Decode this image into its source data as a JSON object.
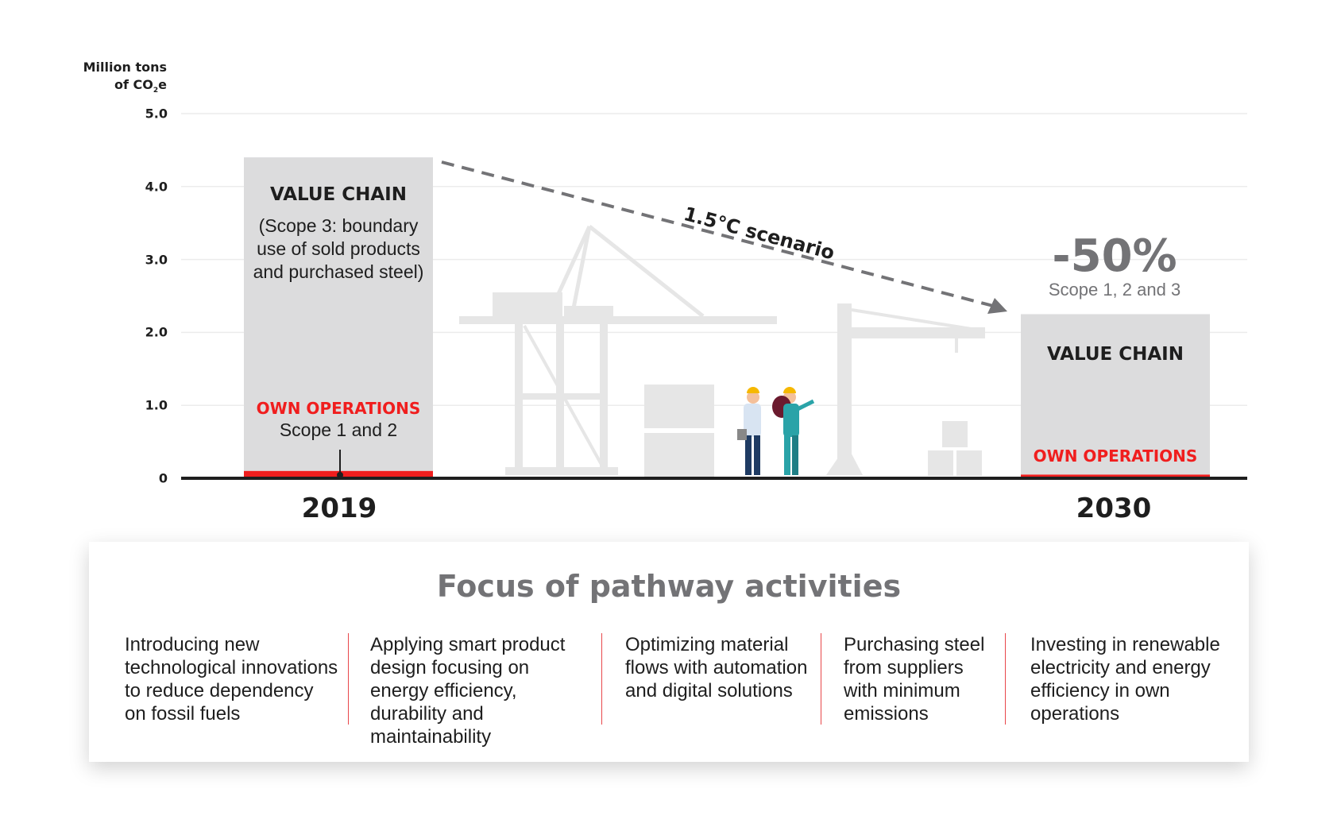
{
  "chart_data": {
    "type": "bar",
    "title": "",
    "ylabel": "Million tons of CO2e",
    "ylabel_lines": [
      "Million tons",
      "of CO",
      "2",
      "e"
    ],
    "ylim": [
      0,
      5.0
    ],
    "yticks": [
      "0",
      "1.0",
      "2.0",
      "3.0",
      "4.0",
      "5.0"
    ],
    "grid": true,
    "categories": [
      "2019",
      "2030"
    ],
    "series": [
      {
        "name": "Own operations (Scope 1 and 2)",
        "values": [
          0.1,
          0.05
        ],
        "color": "#f01e1e"
      },
      {
        "name": "Value chain (Scope 3)",
        "values": [
          4.3,
          2.2
        ],
        "color": "#dcdcdd"
      }
    ],
    "annotations": {
      "bar2019": {
        "value_chain_title": "VALUE CHAIN",
        "value_chain_sub": [
          "(Scope 3: boundary",
          "use of sold products",
          "and purchased steel)"
        ],
        "own_title": "OWN OPERATIONS",
        "own_sub": "Scope 1 and 2"
      },
      "bar2030": {
        "value_chain_title": "VALUE CHAIN",
        "own_title": "OWN OPERATIONS"
      },
      "reduction": "-50%",
      "reduction_sub": "Scope 1, 2 and 3",
      "scenario": "1.5°C scenario"
    }
  },
  "focus": {
    "title": "Focus of pathway activities",
    "items": [
      "Introducing new technological innovations to reduce dependency on fossil fuels",
      "Applying smart product design focusing on energy efficiency, durability and maintainability",
      "Optimizing material flows with automation and digital solutions",
      "Purchasing steel from suppliers with minimum emissions",
      "Investing in renewable electricity and energy efficiency in own operations"
    ]
  },
  "colors": {
    "accent": "#f01e1e",
    "bar": "#dcdcdd",
    "muted": "#737376",
    "divider": "#e8474a"
  }
}
